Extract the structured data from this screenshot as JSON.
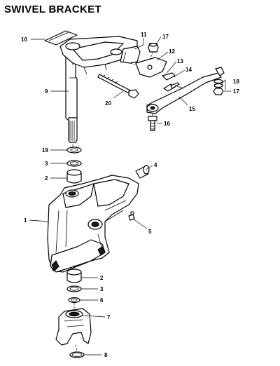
{
  "title": "SWIVEL BRACKET",
  "callouts": {
    "p1": "1",
    "p2a": "2",
    "p2b": "2",
    "p3a": "3",
    "p3b": "3",
    "p4": "4",
    "p5": "5",
    "p6": "6",
    "p7": "7",
    "p8": "8",
    "p9": "9",
    "p10": "10",
    "p11": "11",
    "p12": "12",
    "p13": "13",
    "p14": "14",
    "p15": "15",
    "p16": "16",
    "p17a": "17",
    "p17b": "17",
    "p18": "18",
    "p19": "19",
    "p20": "20"
  }
}
